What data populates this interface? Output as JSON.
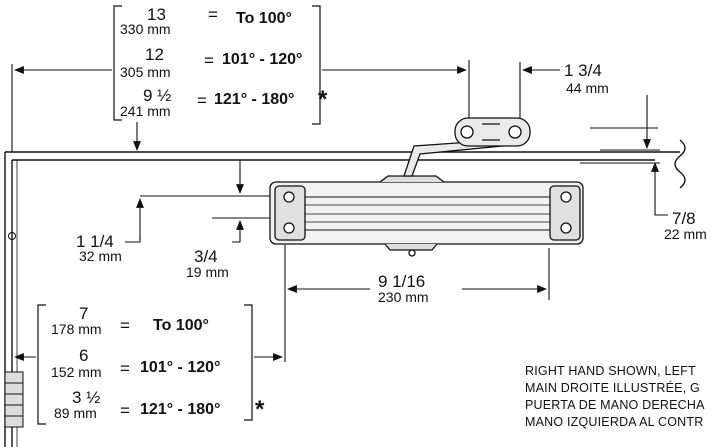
{
  "top_table": {
    "rows": [
      {
        "inch": "13",
        "mm": "330 mm",
        "angle": "To 100°"
      },
      {
        "inch": "12",
        "mm": "305 mm",
        "angle": "101° - 120°"
      },
      {
        "inch": "9 ½",
        "mm": "241 mm",
        "angle": "121° - 180°"
      }
    ],
    "eq": "=",
    "star": "*"
  },
  "bottom_table": {
    "rows": [
      {
        "inch": "7",
        "mm": "178 mm",
        "angle": "To 100°"
      },
      {
        "inch": "6",
        "mm": "152 mm",
        "angle": "101° - 120°"
      },
      {
        "inch": "3 ½",
        "mm": "89 mm",
        "angle": "121° - 180°"
      }
    ],
    "eq": "=",
    "star": "*"
  },
  "dimensions": {
    "arm_offset": {
      "inch": "1 3/4",
      "mm": "44 mm"
    },
    "frame_drop": {
      "inch": "1 1/4",
      "mm": "32 mm"
    },
    "body_offset": {
      "inch": "3/4",
      "mm": "19 mm"
    },
    "body_length": {
      "inch": "9 1/16",
      "mm": "230 mm"
    },
    "frame_gap": {
      "inch": "7/8",
      "mm": "22 mm"
    }
  },
  "notes": [
    "RIGHT HAND SHOWN, LEFT",
    "MAIN DROITE ILLUSTRÉE, G",
    "PUERTA DE MANO DERECHA",
    "MANO IZQUIERDA AL CONTR"
  ]
}
